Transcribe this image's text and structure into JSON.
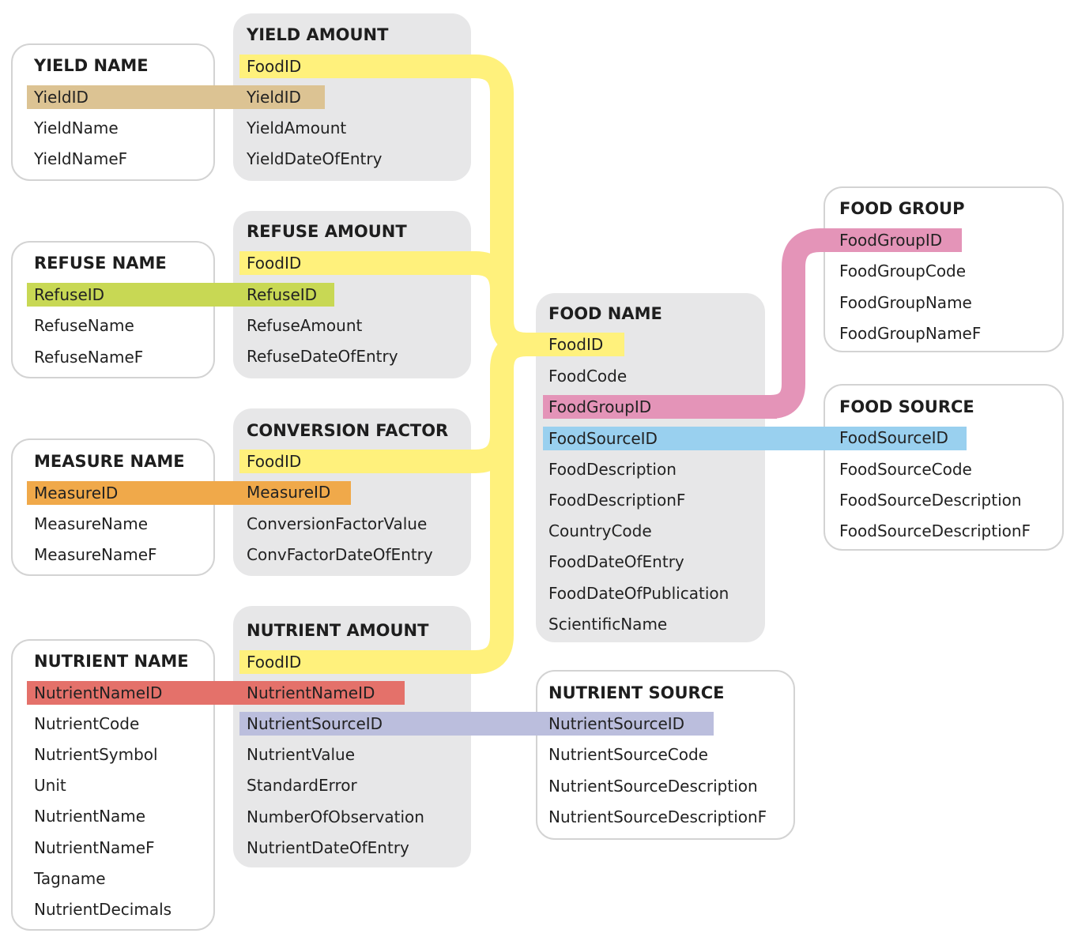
{
  "colors": {
    "yellow": "#fff17c",
    "tan": "#dcc393",
    "green": "#c8d854",
    "orange": "#f0a94a",
    "red": "#e4716a",
    "pink": "#e494b8",
    "blue": "#99d0ef",
    "lavender": "#bbbedd"
  },
  "tables": {
    "yield_name": {
      "title": "YIELD NAME",
      "fields": [
        "YieldID",
        "YieldName",
        "YieldNameF"
      ]
    },
    "yield_amount": {
      "title": "YIELD AMOUNT",
      "fields": [
        "FoodID",
        "YieldID",
        "YieldAmount",
        "YieldDateOfEntry"
      ]
    },
    "refuse_name": {
      "title": "REFUSE NAME",
      "fields": [
        "RefuseID",
        "RefuseName",
        "RefuseNameF"
      ]
    },
    "refuse_amount": {
      "title": "REFUSE AMOUNT",
      "fields": [
        "FoodID",
        "RefuseID",
        "RefuseAmount",
        "RefuseDateOfEntry"
      ]
    },
    "measure_name": {
      "title": "MEASURE NAME",
      "fields": [
        "MeasureID",
        "MeasureName",
        "MeasureNameF"
      ]
    },
    "conversion_factor": {
      "title": "CONVERSION FACTOR",
      "fields": [
        "FoodID",
        "MeasureID",
        "ConversionFactorValue",
        "ConvFactorDateOfEntry"
      ]
    },
    "nutrient_name": {
      "title": "NUTRIENT NAME",
      "fields": [
        "NutrientNameID",
        "NutrientCode",
        "NutrientSymbol",
        "Unit",
        "NutrientName",
        "NutrientNameF",
        "Tagname",
        "NutrientDecimals"
      ]
    },
    "nutrient_amount": {
      "title": "NUTRIENT AMOUNT",
      "fields": [
        "FoodID",
        "NutrientNameID",
        "NutrientSourceID",
        "NutrientValue",
        "StandardError",
        "NumberOfObservation",
        "NutrientDateOfEntry"
      ]
    },
    "food_name": {
      "title": "FOOD NAME",
      "fields": [
        "FoodID",
        "FoodCode",
        "FoodGroupID",
        "FoodSourceID",
        "FoodDescription",
        "FoodDescriptionF",
        "CountryCode",
        "FoodDateOfEntry",
        "FoodDateOfPublication",
        "ScientificName"
      ]
    },
    "food_group": {
      "title": "FOOD GROUP",
      "fields": [
        "FoodGroupID",
        "FoodGroupCode",
        "FoodGroupName",
        "FoodGroupNameF"
      ]
    },
    "food_source": {
      "title": "FOOD SOURCE",
      "fields": [
        "FoodSourceID",
        "FoodSourceCode",
        "FoodSourceDescription",
        "FoodSourceDescriptionF"
      ]
    },
    "nutrient_source": {
      "title": "NUTRIENT SOURCE",
      "fields": [
        "NutrientSourceID",
        "NutrientSourceCode",
        "NutrientSourceDescription",
        "NutrientSourceDescriptionF"
      ]
    }
  }
}
